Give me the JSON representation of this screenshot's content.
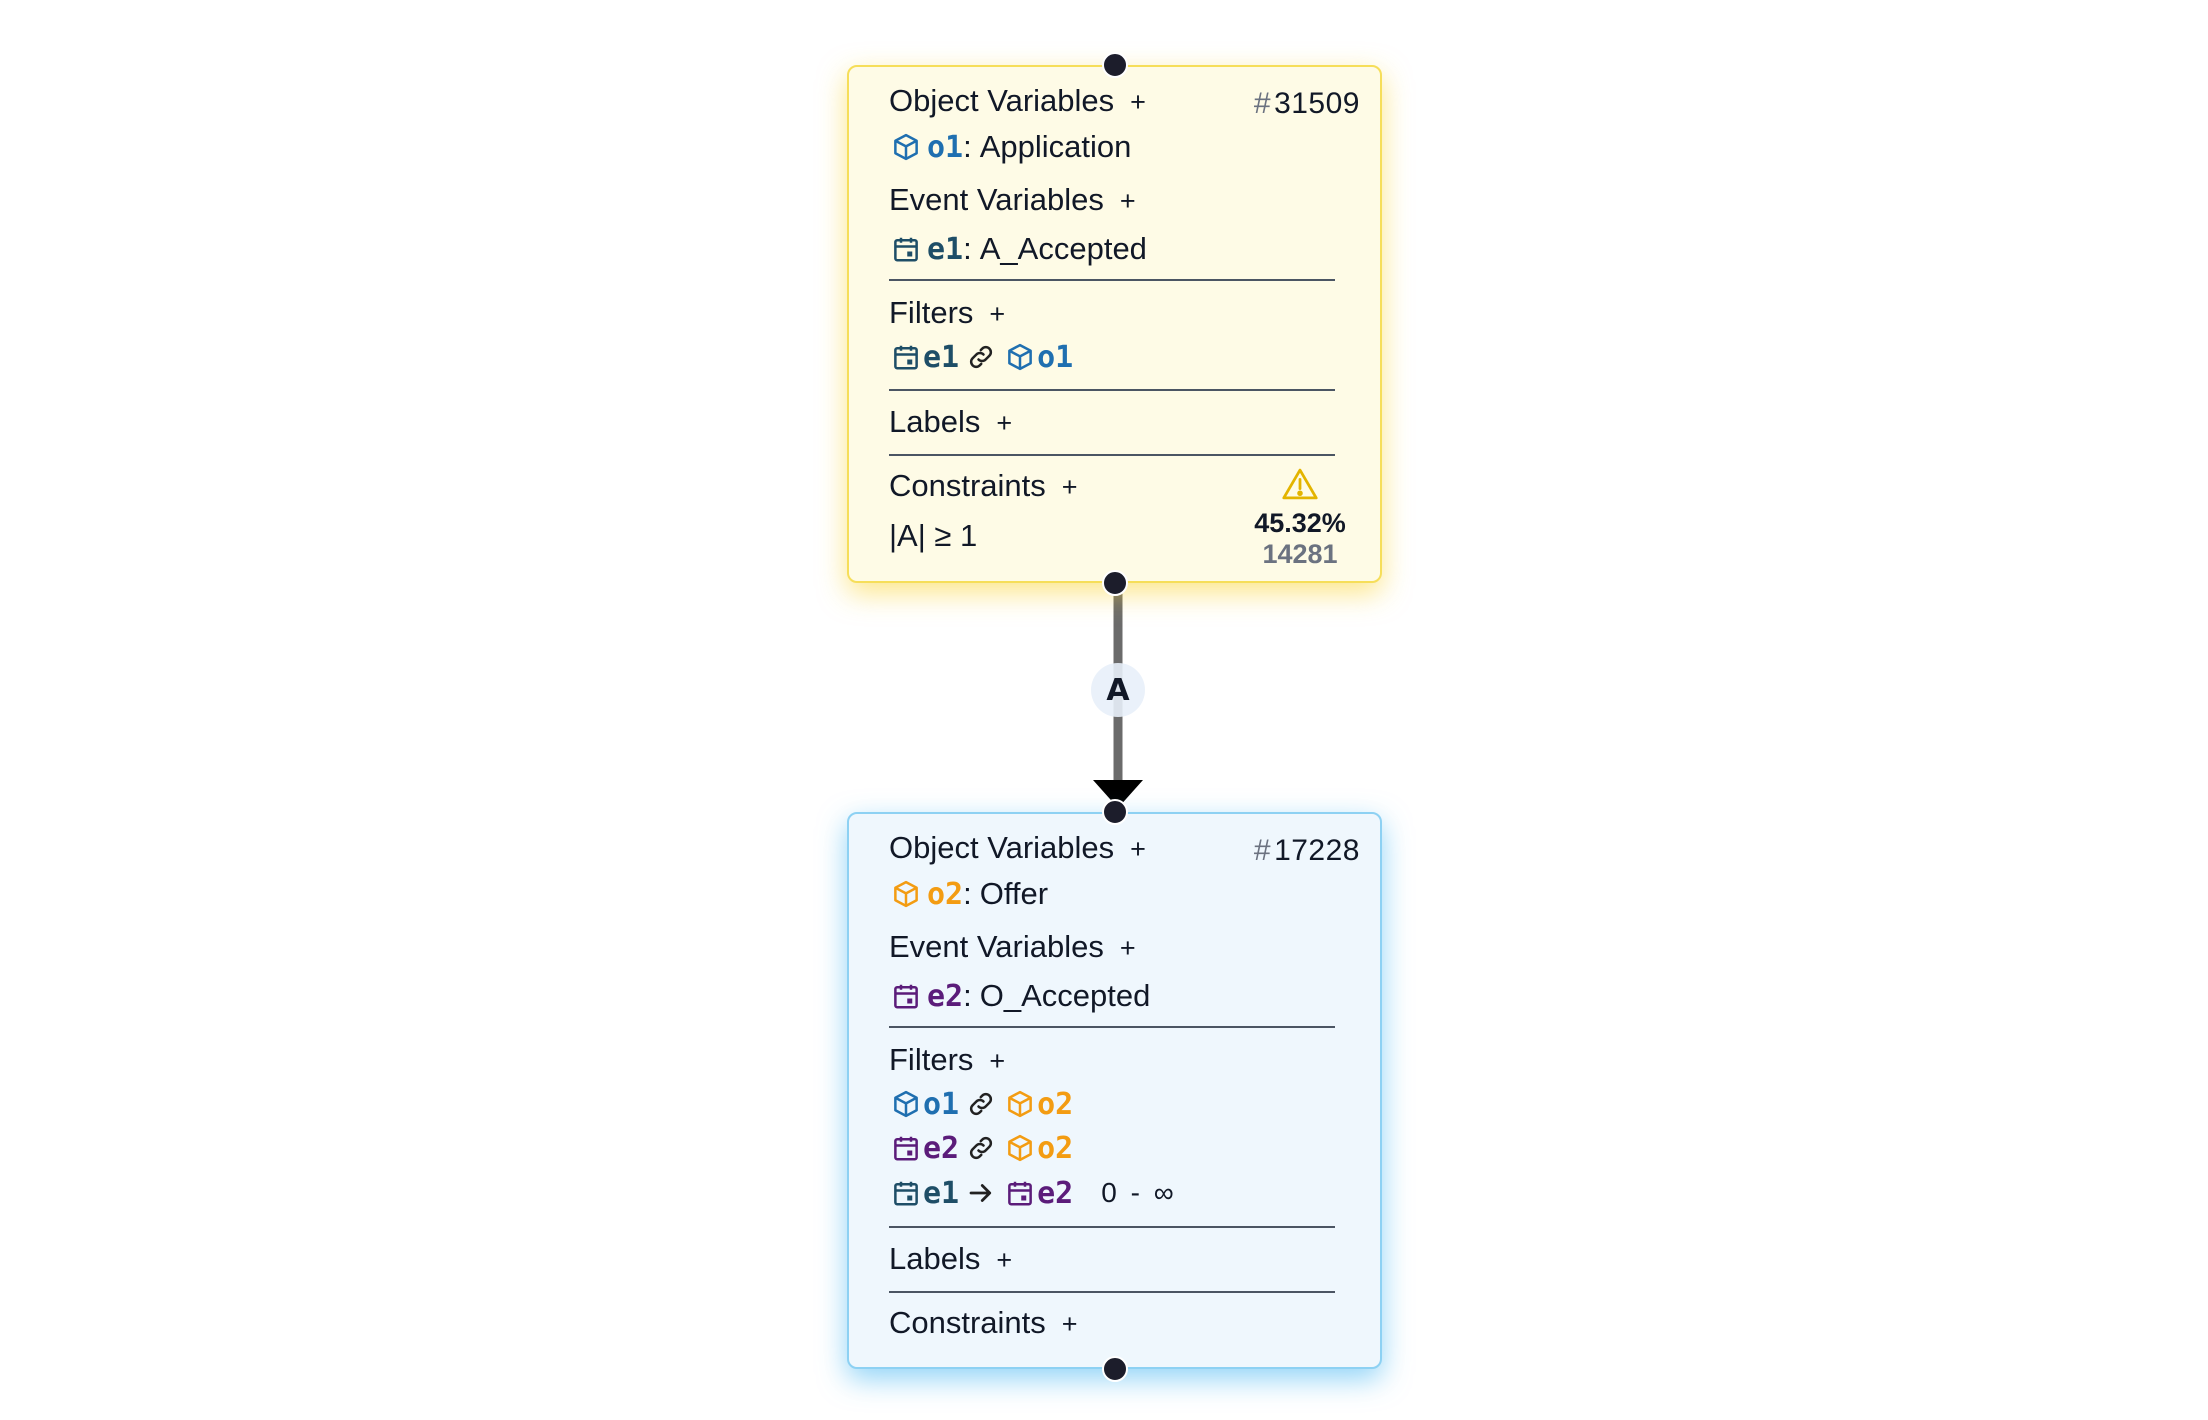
{
  "colors": {
    "object_o1": "#1f6fb0",
    "object_o2": "#f39c12",
    "event_e1": "#1e4e67",
    "event_e2": "#5b1c7a",
    "top_node_bg": "#fefbe6",
    "bottom_node_bg": "#eff7fd",
    "warning": "#e3b400"
  },
  "top_node": {
    "count_hash": "#",
    "count": "31509",
    "object_variables": {
      "title": "Object Variables",
      "add": "+",
      "items": [
        {
          "icon": "cube-icon",
          "name": "o1",
          "sep": ":",
          "type": "Application"
        }
      ]
    },
    "event_variables": {
      "title": "Event Variables",
      "add": "+",
      "items": [
        {
          "icon": "calendar-icon",
          "name": "e1",
          "sep": ":",
          "type": "A_Accepted"
        }
      ]
    },
    "filters": {
      "title": "Filters",
      "add": "+",
      "items": [
        {
          "left": "e1",
          "left_icon": "calendar-icon",
          "relation": "link-icon",
          "right": "o1",
          "right_icon": "cube-icon"
        }
      ]
    },
    "labels": {
      "title": "Labels",
      "add": "+"
    },
    "constraints": {
      "title": "Constraints",
      "add": "+",
      "items": [
        "|A| ≥ 1"
      ],
      "warning_icon": "warning-icon",
      "percent": "45.32%",
      "count": "14281"
    }
  },
  "edge": {
    "label": "A"
  },
  "bottom_node": {
    "count_hash": "#",
    "count": "17228",
    "object_variables": {
      "title": "Object Variables",
      "add": "+",
      "items": [
        {
          "icon": "cube-icon",
          "name": "o2",
          "sep": ":",
          "type": "Offer"
        }
      ]
    },
    "event_variables": {
      "title": "Event Variables",
      "add": "+",
      "items": [
        {
          "icon": "calendar-icon",
          "name": "e2",
          "sep": ":",
          "type": "O_Accepted"
        }
      ]
    },
    "filters": {
      "title": "Filters",
      "add": "+",
      "items": [
        {
          "left": "o1",
          "left_icon": "cube-icon",
          "relation": "link-icon",
          "right": "o2",
          "right_icon": "cube-icon"
        },
        {
          "left": "e2",
          "left_icon": "calendar-icon",
          "relation": "link-icon",
          "right": "o2",
          "right_icon": "cube-icon"
        },
        {
          "left": "e1",
          "left_icon": "calendar-icon",
          "relation": "arrow-right-icon",
          "right": "e2",
          "right_icon": "calendar-icon",
          "range": "0 - ∞"
        }
      ]
    },
    "labels": {
      "title": "Labels",
      "add": "+"
    },
    "constraints": {
      "title": "Constraints",
      "add": "+"
    }
  }
}
